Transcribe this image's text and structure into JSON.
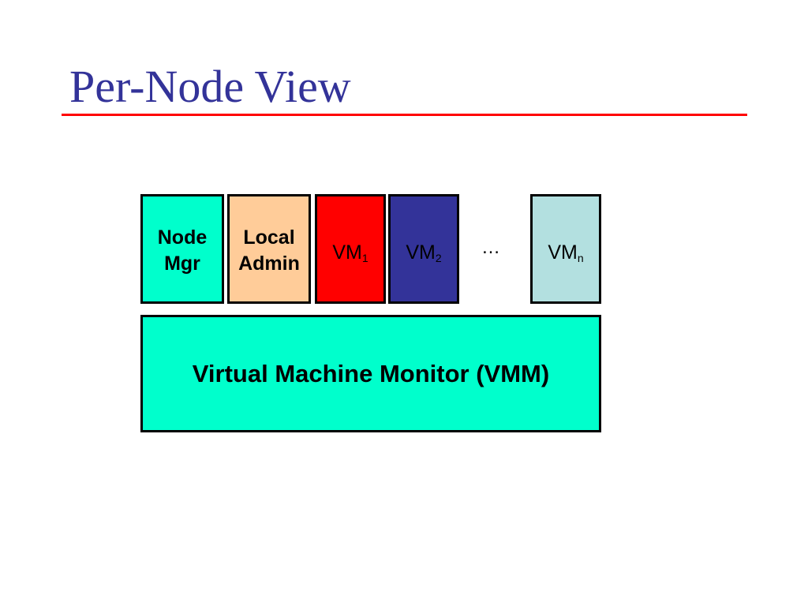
{
  "slide": {
    "title": "Per-Node View",
    "colors": {
      "title": "#333399",
      "rule": "#ff0000"
    }
  },
  "diagram": {
    "components": [
      {
        "id": "node-mgr",
        "lines": [
          "Node",
          "Mgr"
        ],
        "bold": true,
        "fill": "#00ffcc"
      },
      {
        "id": "local-admin",
        "lines": [
          "Local",
          "Admin"
        ],
        "bold": true,
        "fill": "#ffcc99"
      },
      {
        "id": "vm-1",
        "base": "VM",
        "sub": "1",
        "bold": false,
        "fill": "#ff0000"
      },
      {
        "id": "vm-2",
        "base": "VM",
        "sub": "2",
        "bold": false,
        "fill": "#333399"
      },
      {
        "id": "vm-n",
        "base": "VM",
        "sub": "n",
        "bold": false,
        "fill": "#b3e0e0"
      }
    ],
    "ellipsis": "…",
    "vmm": {
      "label": "Virtual Machine Monitor (VMM)",
      "fill": "#00ffcc"
    }
  }
}
